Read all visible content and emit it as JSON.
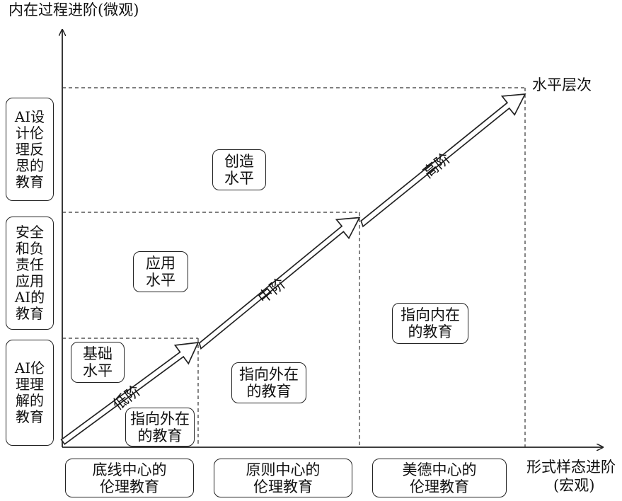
{
  "axes": {
    "y_title": "内在过程进阶(微观)",
    "x_title_line1": "形式样态进阶",
    "x_title_line2": "(宏观)",
    "top_right": "水平层次"
  },
  "left_levels": [
    "AI设\n计伦\n理反\n思的\n教育",
    "安全\n和负\n责任\n应用\nAI的\n教育",
    "AI伦\n理理\n解的\n教育"
  ],
  "bottom_categories": [
    "底线中心的\n伦理教育",
    "原则中心的\n伦理教育",
    "美德中心的\n伦理教育"
  ],
  "levels": {
    "basic": "基础\n水平",
    "applied": "应用\n水平",
    "creative": "创造\n水平"
  },
  "stages": {
    "low": "低阶",
    "mid": "中阶",
    "high": "高阶"
  },
  "directions": {
    "outer_small": "指向外在\n的教育",
    "outer_mid": "指向外在\n的教育",
    "inner": "指向内在\n的教育"
  }
}
